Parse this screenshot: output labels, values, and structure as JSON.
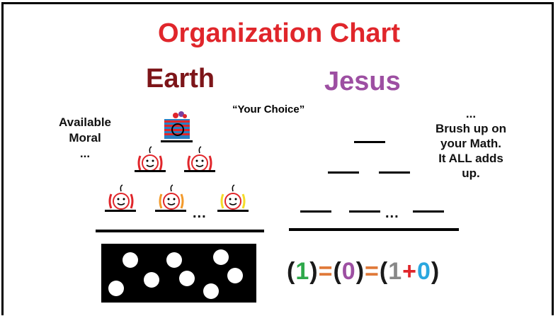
{
  "title": "Organization Chart",
  "left_heading": "Earth",
  "right_heading": "Jesus",
  "center_quote": "“Your Choice”",
  "left_note": {
    "line1": "Available",
    "line2": "Moral",
    "line3": "..."
  },
  "right_note": {
    "top": "...",
    "line1": "Brush up on",
    "line2": "your Math.",
    "line3": "It ALL adds",
    "line4": "up."
  },
  "ellipsis": "...",
  "equation": [
    {
      "text": "(",
      "color": "#1a1a1a"
    },
    {
      "text": "1",
      "color": "#2ea84a"
    },
    {
      "text": ")",
      "color": "#1a1a1a"
    },
    {
      "text": "=",
      "color": "#e07a3a"
    },
    {
      "text": "(",
      "color": "#1a1a1a"
    },
    {
      "text": "0",
      "color": "#9d4fa2"
    },
    {
      "text": ")",
      "color": "#1a1a1a"
    },
    {
      "text": "=",
      "color": "#e07a3a"
    },
    {
      "text": "(",
      "color": "#1a1a1a"
    },
    {
      "text": "1",
      "color": "#888888"
    },
    {
      "text": "+",
      "color": "#e0262b"
    },
    {
      "text": "0",
      "color": "#2aa7df"
    },
    {
      "text": ")",
      "color": "#1a1a1a"
    }
  ],
  "colors": {
    "title": "#e0262b",
    "earth": "#7d1519",
    "jesus": "#9d4fa2",
    "face_red": "#e0262b",
    "face_orange": "#f39a2a",
    "face_yellow": "#f5dc2a"
  }
}
